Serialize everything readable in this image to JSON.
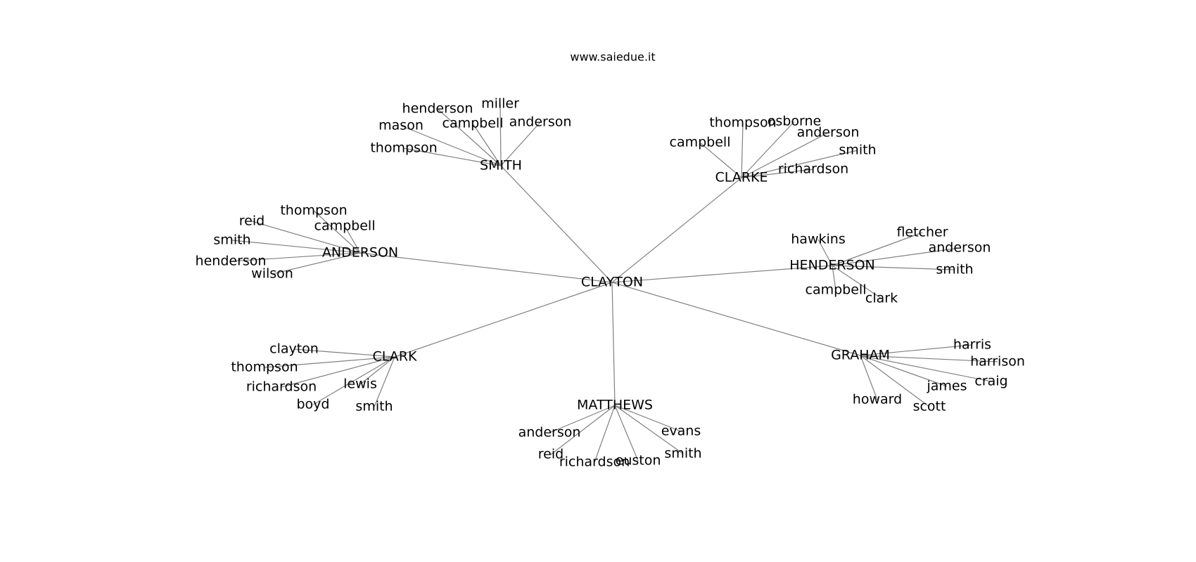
{
  "site": "www.saiedue.it",
  "edge_color": "#808080",
  "root": "CLAYTON",
  "groups": [
    {
      "name": "SMITH",
      "leaves": [
        "henderson",
        "miller",
        "mason",
        "campbell",
        "anderson",
        "thompson"
      ]
    },
    {
      "name": "CLARKE",
      "leaves": [
        "thompson",
        "osborne",
        "anderson",
        "campbell",
        "smith",
        "richardson"
      ]
    },
    {
      "name": "ANDERSON",
      "leaves": [
        "thompson",
        "reid",
        "campbell",
        "smith",
        "henderson",
        "wilson"
      ]
    },
    {
      "name": "HENDERSON",
      "leaves": [
        "hawkins",
        "fletcher",
        "anderson",
        "smith",
        "campbell",
        "clark"
      ]
    },
    {
      "name": "CLARK",
      "leaves": [
        "clayton",
        "thompson",
        "richardson",
        "lewis",
        "boyd",
        "smith"
      ]
    },
    {
      "name": "GRAHAM",
      "leaves": [
        "harris",
        "harrison",
        "craig",
        "james",
        "howard",
        "scott"
      ]
    },
    {
      "name": "MATTHEWS",
      "leaves": [
        "anderson",
        "evans",
        "smith",
        "reid",
        "richardson",
        "euston"
      ]
    }
  ]
}
